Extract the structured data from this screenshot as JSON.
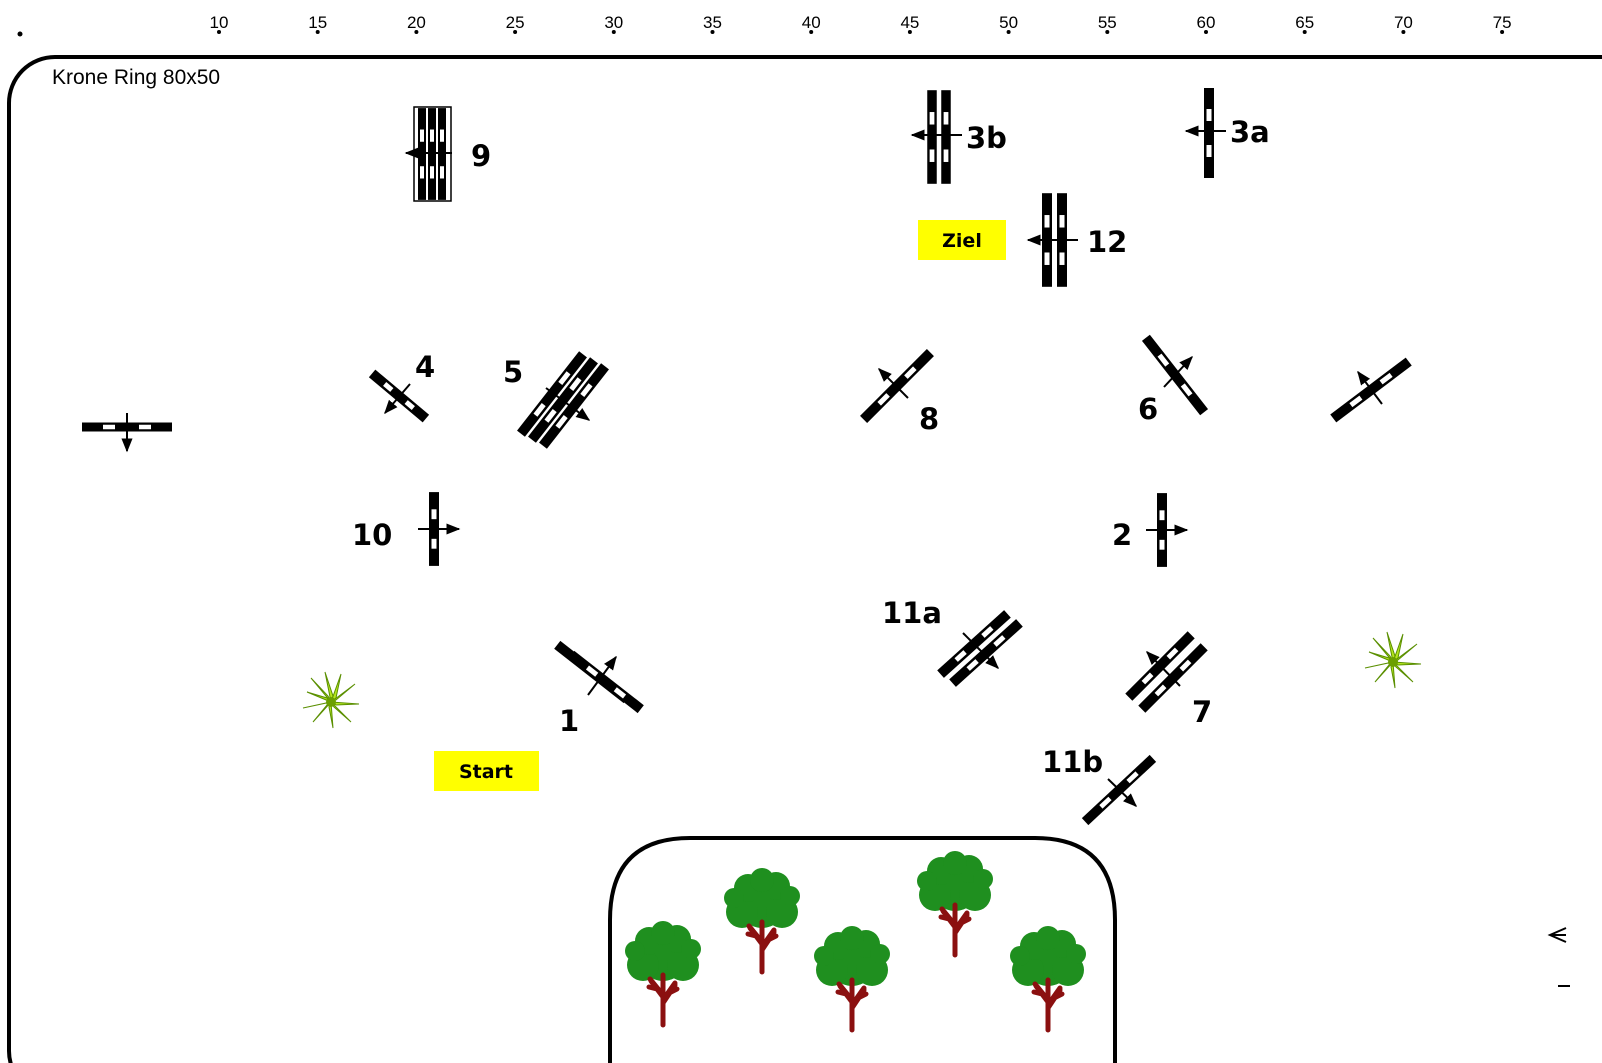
{
  "ruler": {
    "ticks": [
      "10",
      "15",
      "20",
      "25",
      "30",
      "35",
      "40",
      "45",
      "50",
      "55",
      "60",
      "65",
      "70",
      "75"
    ]
  },
  "ring": {
    "title": "Krone Ring 80x50"
  },
  "obstacles": {
    "o1": "1",
    "o2": "2",
    "o3a": "3a",
    "o3b": "3b",
    "o4": "4",
    "o5": "5",
    "o6": "6",
    "o7": "7",
    "o8": "8",
    "o9": "9",
    "o10": "10",
    "o11a": "11a",
    "o11b": "11b",
    "o12": "12"
  },
  "markers": {
    "start": "Start",
    "finish": "Ziel"
  },
  "colors": {
    "marker_fill": "#ffff00",
    "tree_green": "#1f8f1f",
    "trunk": "#8b1010",
    "bush": "#9acd32"
  },
  "icons": {
    "tree": "tree-icon",
    "bush": "bush-icon",
    "jump": "show-jump-icon"
  }
}
